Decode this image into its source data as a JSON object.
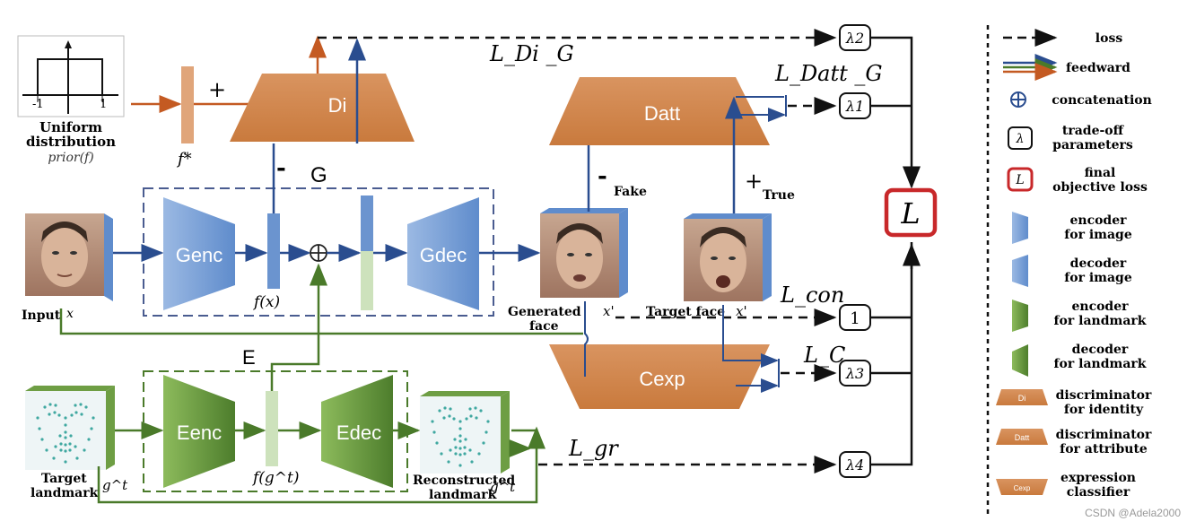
{
  "prior": {
    "caption_1": "Uniform",
    "caption_2": "distribution",
    "caption_3": "prior(f)",
    "tick_neg": "-1",
    "tick_pos": "1"
  },
  "features": {
    "f_star": "f*",
    "plus": "+",
    "f_x": "f(x)",
    "f_g": "f(g^t)"
  },
  "blocks": {
    "di": "Di",
    "datt": "Datt",
    "cexp": "Cexp",
    "genc": "Genc",
    "gdec": "Gdec",
    "eenc": "Eenc",
    "edec": "Edec",
    "g_group": "G",
    "e_group": "E"
  },
  "labels": {
    "input": "Input",
    "input_var": "x",
    "generated_1": "Generated",
    "generated_2": "face",
    "generated_var": "x'",
    "target_face": "Target face",
    "target_var": "x'",
    "target_lm_1": "Target",
    "target_lm_2": "landmark",
    "target_lm_var": "g^t",
    "recon_1": "Reconstructed",
    "recon_2": "landmark",
    "recon_var": "ĝ^t",
    "minus_1": "-",
    "minus_2": "-",
    "fake": "Fake",
    "plus_true": "+",
    "true": "True"
  },
  "losses": {
    "l_di_g": "L_Di _G",
    "l_datt_g": "L_Datt _G",
    "l_con": "L_con",
    "l_c": "L_C",
    "l_gr": "L_gr",
    "lambda_2": "λ2",
    "lambda_1": "λ1",
    "one": "1",
    "lambda_3": "λ3",
    "lambda_4": "λ4",
    "final": "L"
  },
  "legend": [
    {
      "icon": "dash-arrow-icon",
      "text": [
        "loss"
      ]
    },
    {
      "icon": "feedward-arrow-icon",
      "text": [
        "feedward"
      ]
    },
    {
      "icon": "concat-icon",
      "text": [
        "concatenation"
      ]
    },
    {
      "icon": "lambda-box-icon",
      "text": [
        "trade-off",
        "parameters"
      ]
    },
    {
      "icon": "final-box-icon",
      "text": [
        "final",
        "objective loss"
      ]
    },
    {
      "icon": "encoder-image-icon",
      "text": [
        "encoder",
        "for image"
      ]
    },
    {
      "icon": "decoder-image-icon",
      "text": [
        "decoder",
        "for image"
      ]
    },
    {
      "icon": "encoder-landmark-icon",
      "text": [
        "encoder",
        "for landmark"
      ]
    },
    {
      "icon": "decoder-landmark-icon",
      "text": [
        "decoder",
        "for landmark"
      ]
    },
    {
      "icon": "di-icon",
      "text": [
        "discriminator",
        "for identity"
      ],
      "badge": "Di"
    },
    {
      "icon": "datt-icon",
      "text": [
        "discriminator",
        "for attribute"
      ],
      "badge": "Datt"
    },
    {
      "icon": "cexp-icon",
      "text": [
        "expression",
        "classifier"
      ],
      "badge": "Cexp"
    }
  ],
  "watermark": "CSDN @Adela2000",
  "colors": {
    "blue": "#6b94cf",
    "blue_line": "#2a4d8f",
    "green": "#6e9e44",
    "green_line": "#4a7a2a",
    "orange": "#d98a4e",
    "red": "#c8282a",
    "orange_line": "#c45a22"
  }
}
